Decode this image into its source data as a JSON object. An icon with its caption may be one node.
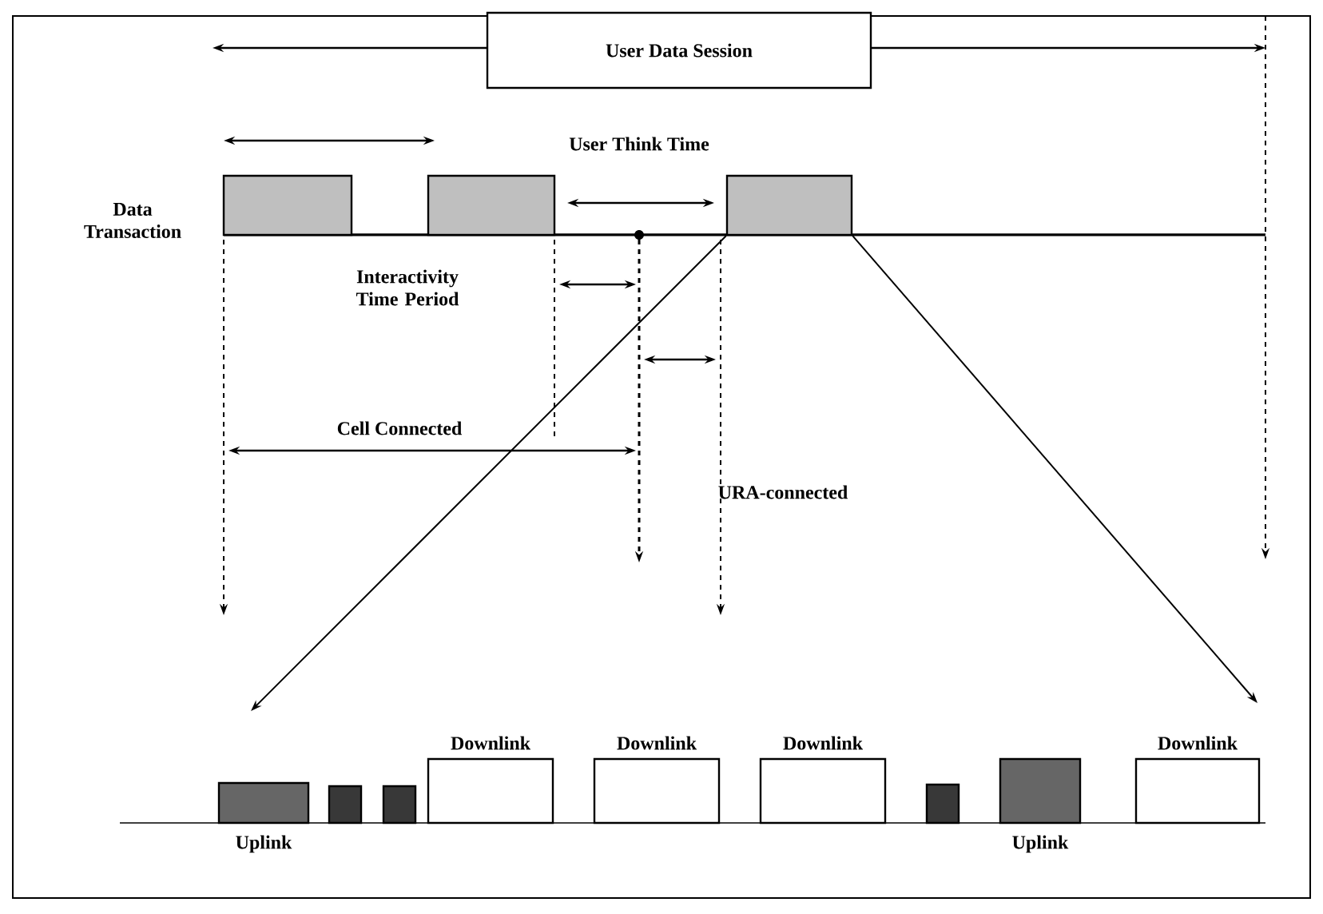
{
  "diagram": {
    "nodes": [
      {
        "text": [
          "User Data Session"
        ]
      },
      {
        "text": [],
        "shape": "box"
      },
      {
        "text": [],
        "shape": "box"
      },
      {
        "text": [],
        "shape": "box"
      },
      {
        "text": [
          "Uplink"
        ]
      },
      {
        "text": [],
        "shape": "box"
      },
      {
        "text": [],
        "shape": "box"
      },
      {
        "text": [
          "Downlink"
        ]
      },
      {
        "text": [
          "Downlink"
        ]
      },
      {
        "text": [
          "Downlink"
        ]
      },
      {
        "text": [],
        "shape": "box"
      },
      {
        "text": [
          "Uplink"
        ]
      },
      {
        "text": [
          "Downlink"
        ]
      }
    ],
    "edges": [
      {
        "from": 3,
        "to": null,
        "arrow": "to"
      },
      {
        "from": 3,
        "to": null,
        "arrow": "to"
      }
    ],
    "labels": [
      "User Think Time",
      "Data Transaction",
      "Interactivity Time Period",
      "Cell Connected",
      "URA-connected"
    ]
  }
}
